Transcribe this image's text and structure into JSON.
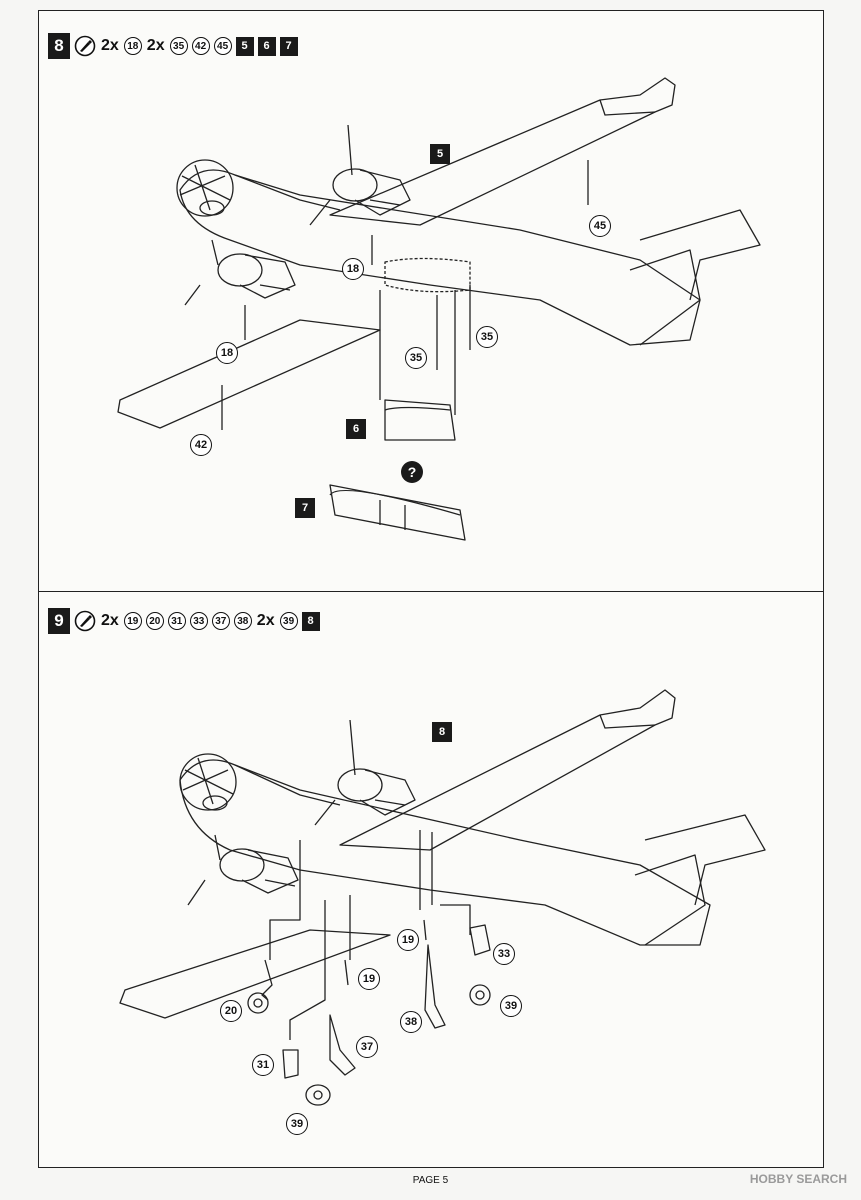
{
  "step8": {
    "number": "8",
    "glue_icon": "glue-icon",
    "qty_a": "2x",
    "part_a": "18",
    "qty_b": "2x",
    "parts_b": [
      "35",
      "42",
      "45"
    ],
    "subassemblies": [
      "5",
      "6",
      "7"
    ],
    "labels": {
      "sub5": "5",
      "sub6": "6",
      "sub7": "7"
    },
    "callouts": {
      "p45": "45",
      "p18a": "18",
      "p18b": "18",
      "p35a": "35",
      "p35b": "35",
      "p42": "42"
    },
    "question": "?"
  },
  "step9": {
    "number": "9",
    "glue_icon": "glue-icon",
    "qty_a": "2x",
    "parts_a": [
      "19",
      "20",
      "31",
      "33",
      "37",
      "38"
    ],
    "qty_b": "2x",
    "part_b": "39",
    "subassemblies": [
      "8"
    ],
    "labels": {
      "sub8": "8"
    },
    "callouts": {
      "p19a": "19",
      "p19b": "19",
      "p33": "33",
      "p20": "20",
      "p38": "38",
      "p39a": "39",
      "p37": "37",
      "p31": "31",
      "p39b": "39"
    }
  },
  "footer": {
    "page": "PAGE 5"
  },
  "watermark": "HOBBY SEARCH"
}
